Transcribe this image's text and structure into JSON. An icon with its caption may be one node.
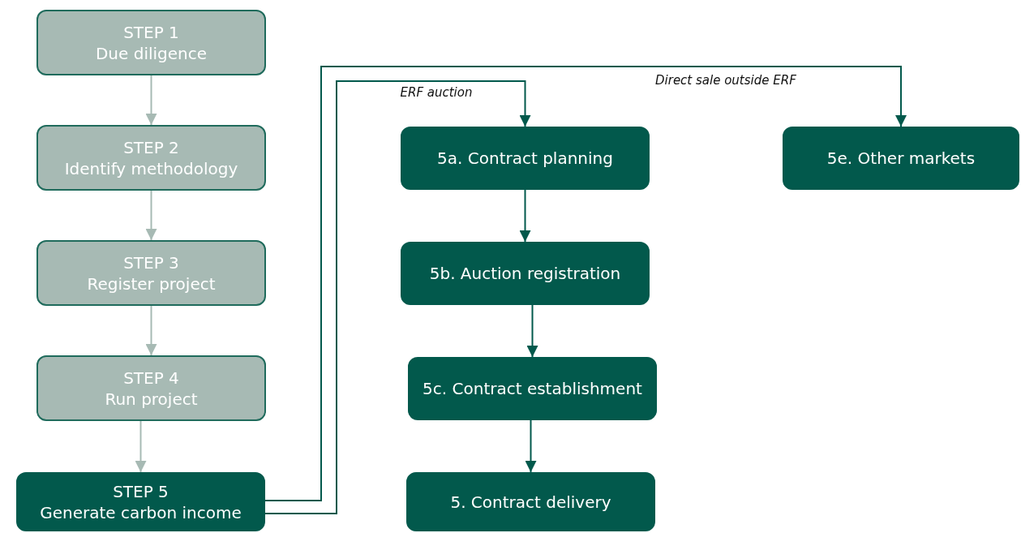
{
  "diagram": {
    "nodes": [
      {
        "text": [
          "STEP 1",
          "Due diligence"
        ]
      },
      {
        "text": [
          "STEP 2",
          "Identify methodology"
        ]
      },
      {
        "text": [
          "STEP 3",
          "Register project"
        ]
      },
      {
        "text": [
          "STEP 4",
          "Run project"
        ]
      },
      {
        "text": [
          "STEP 5",
          "Generate carbon income"
        ]
      },
      {
        "text": [
          "5a. Contract planning"
        ]
      },
      {
        "text": [
          "5b. Auction registration"
        ]
      },
      {
        "text": [
          "5c. Contract establishment"
        ]
      },
      {
        "text": [
          "5. Contract delivery"
        ]
      },
      {
        "text": [
          "5e. Other markets"
        ]
      }
    ],
    "edges": [
      {
        "from": 0,
        "to": 1,
        "arrow": "to",
        "color": "#a7bab4"
      },
      {
        "from": 1,
        "to": 2,
        "arrow": "to",
        "color": "#a7bab4"
      },
      {
        "from": 2,
        "to": 3,
        "arrow": "to",
        "color": "#a7bab4"
      },
      {
        "from": 3,
        "to": 4,
        "arrow": "to",
        "color": "#a7bab4"
      },
      {
        "from": 4,
        "to": 5,
        "arrow": "to",
        "label": "ERF auction"
      },
      {
        "from": 4,
        "to": 9,
        "arrow": "to",
        "label": "Direct sale outside ERF"
      },
      {
        "from": 5,
        "to": 6,
        "arrow": "to"
      },
      {
        "from": 6,
        "to": 7,
        "arrow": "to"
      },
      {
        "from": 7,
        "to": 8,
        "arrow": "to"
      }
    ]
  }
}
